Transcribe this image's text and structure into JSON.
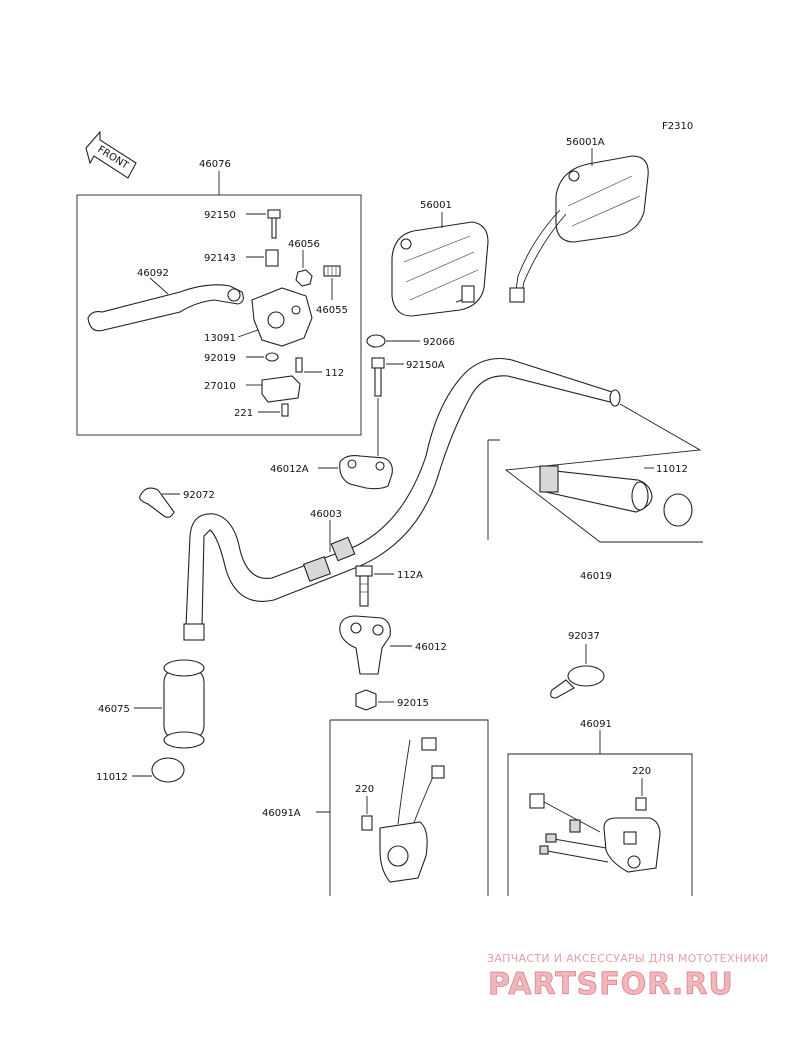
{
  "figure_code": "F2310",
  "front_arrow_label": "FRONT",
  "labels": {
    "46076": "46076",
    "92150": "92150",
    "92143": "92143",
    "46056": "46056",
    "46092": "46092",
    "46055": "46055",
    "13091": "13091",
    "92019": "92019",
    "112": "112",
    "27010": "27010",
    "221": "221",
    "56001": "56001",
    "56001A": "56001A",
    "92066": "92066",
    "92150A": "92150A",
    "11012_right": "11012",
    "46012A": "46012A",
    "92072": "92072",
    "46003": "46003",
    "46019": "46019",
    "112A": "112A",
    "46012": "46012",
    "92037": "92037",
    "46075": "46075",
    "92015": "92015",
    "46091": "46091",
    "11012_left": "11012",
    "220_left": "220",
    "220_right": "220",
    "46091A": "46091A"
  },
  "watermark": {
    "text": "ЗАПЧАСТИ И АКСЕССУАРЫ ДЛЯ МОТОТЕХНИКИ",
    "logo": "PARTSFOR.RU"
  },
  "colors": {
    "line": "#222222",
    "watermark": "#e07f8a"
  }
}
